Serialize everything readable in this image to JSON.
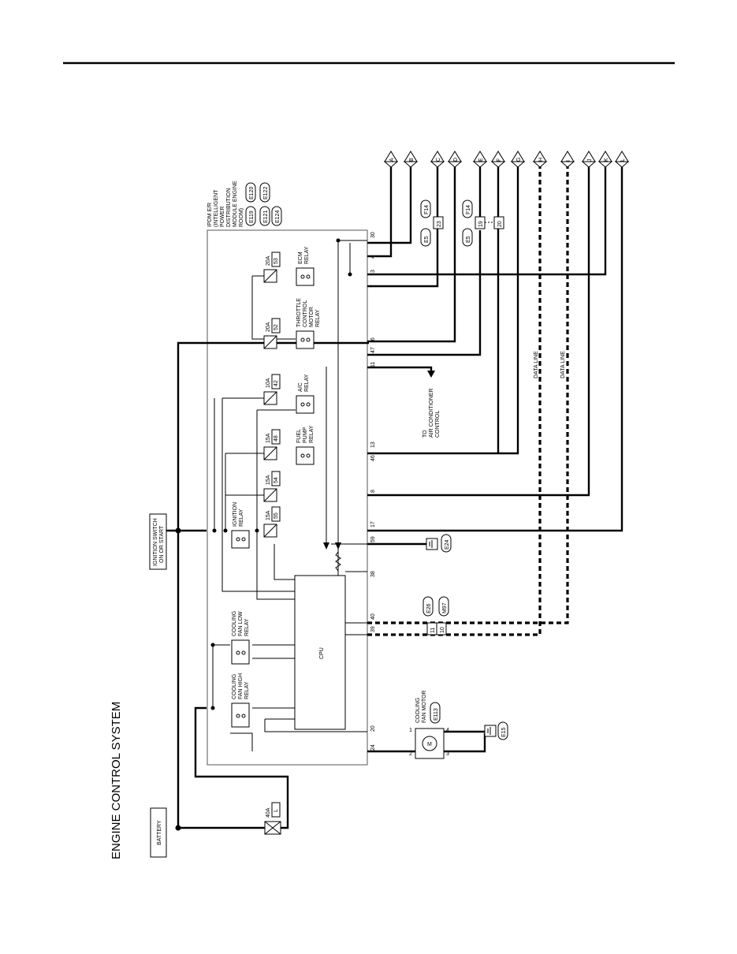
{
  "title": "ENGINE CONTROL SYSTEM",
  "battery": "BATTERY",
  "ignition_switch": [
    "IGNITION SWITCH",
    "ON OR START"
  ],
  "ipdm": [
    "IPDM E/R",
    "(INTELLIGENT",
    "POWER",
    "DISTRIBUTION",
    "MODULE ENGINE",
    "ROOM)"
  ],
  "ipdm_connectors": [
    "E119",
    "E120",
    "E121",
    "E122",
    "E124"
  ],
  "cpu": "CPU",
  "relays": {
    "ecm": [
      "ECM",
      "RELAY"
    ],
    "throttle": [
      "THROTTLE",
      "CONTROL",
      "MOTOR",
      "RELAY"
    ],
    "ac": [
      "A/C",
      "RELAY"
    ],
    "fuel_pump": [
      "FUEL",
      "PUMP",
      "RELAY"
    ],
    "ignition": [
      "IGNITION",
      "RELAY"
    ],
    "cooling_low": [
      "COOLING",
      "FAN LOW",
      "RELAY"
    ],
    "cooling_high": [
      "COOLING",
      "FAN HIGH",
      "RELAY"
    ]
  },
  "fuses": [
    {
      "amp": "20A",
      "num": "53"
    },
    {
      "amp": "20A",
      "num": "52"
    },
    {
      "amp": "10A",
      "num": "42"
    },
    {
      "amp": "15A",
      "num": "48"
    },
    {
      "amp": "15A",
      "num": "54"
    },
    {
      "amp": "15A",
      "num": "55"
    },
    {
      "amp": "40A",
      "num": "L"
    }
  ],
  "terminals": [
    "30",
    "4",
    "3",
    "7",
    "6",
    "47",
    "11",
    "13",
    "46",
    "8",
    "17",
    "59",
    "38",
    "40",
    "39",
    "20",
    "24"
  ],
  "to_ac": [
    "TO",
    "AIR CONDITIONER",
    "CONTROL"
  ],
  "data_line": "DATA LINE",
  "cooling_fan_motor": [
    "COOLING",
    "FAN MOTOR"
  ],
  "motor_connector": "E113",
  "motor_pins": [
    "1",
    "2",
    "3",
    "4"
  ],
  "grounds": [
    "E24",
    "E15"
  ],
  "junction_e5_1": {
    "conn_left": "E5",
    "conn_right": "F14",
    "pin": "23"
  },
  "junction_e5_2": {
    "conn_left": "E5",
    "conn_right": "F14",
    "pin_left": "19",
    "pin_right": "20"
  },
  "junction_e26": {
    "conns": [
      "E26",
      "M97"
    ],
    "pins": [
      "11",
      "10"
    ]
  },
  "connectors_out": [
    "A",
    "B",
    "C",
    "D",
    "E",
    "F",
    "G",
    "H",
    "I",
    "J",
    "K",
    "L"
  ]
}
